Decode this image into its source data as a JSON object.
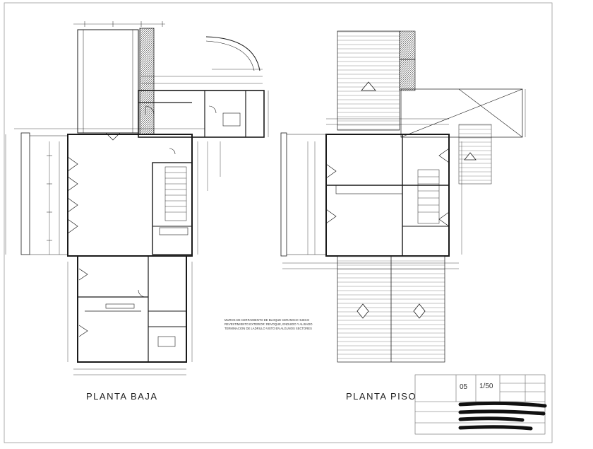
{
  "drawing": {
    "ground_floor_label": "PLANTA BAJA",
    "upper_floor_label": "PLANTA PISO",
    "notes": [
      "MUROS DE CERRAMIENTO DE BLOQUE CERAMICO HUECO",
      "REVESTIMIENTO EXTERIOR: REVOQUE, ENDUIDO Y ALISADO",
      "TERMINACION DE LADRILLO VISTO EN ALGUNOS SECTORES"
    ]
  },
  "title_block": {
    "sheet_number": "05",
    "scale": "1/50"
  },
  "colors": {
    "line": "#1a1a1a",
    "redaction": "#111111",
    "paper": "#ffffff"
  },
  "icons": [
    "north-arrow-icon",
    "stair-icon",
    "door-swing-icon"
  ]
}
